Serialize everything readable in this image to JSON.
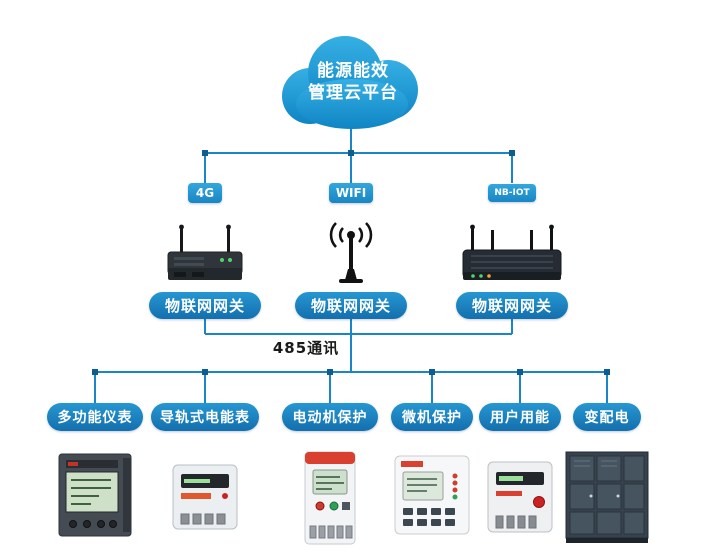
{
  "diagram": {
    "cloud": {
      "line1": "能源能效",
      "line2": "管理云平台"
    },
    "connectivity": [
      {
        "label": "4G"
      },
      {
        "label": "WIFI"
      },
      {
        "label": "NB-IOT"
      }
    ],
    "gateways": [
      {
        "label": "物联网网关"
      },
      {
        "label": "物联网网关"
      },
      {
        "label": "物联网网关"
      }
    ],
    "bus_label": "485通讯",
    "devices": [
      {
        "label": "多功能仪表"
      },
      {
        "label": "导轨式电能表"
      },
      {
        "label": "电动机保护"
      },
      {
        "label": "微机保护"
      },
      {
        "label": "用户用能"
      },
      {
        "label": "变配电"
      }
    ],
    "colors": {
      "line_blue": "#1b86c7",
      "label_blue": "#1d8cc9",
      "cloud_blue": "#1e9ad6",
      "badge_blue": "#2aa2da",
      "node_dark_blue": "#0e5d90"
    }
  }
}
